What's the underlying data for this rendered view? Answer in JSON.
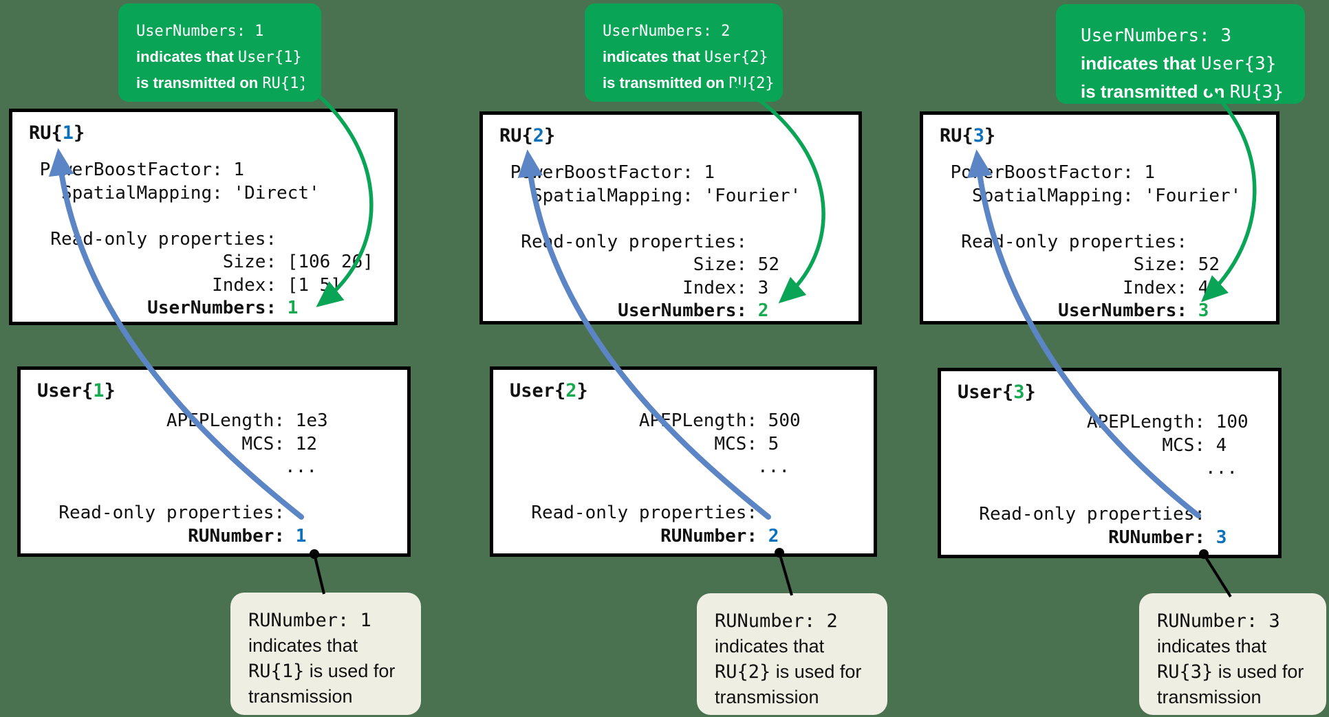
{
  "colors": {
    "canvas_background": "#4a7150",
    "green_callout_bg": "#0aa456",
    "beige_callout_bg": "#efeee2",
    "box_border": "#000000",
    "blue_arrow": "#5b85c4",
    "green_arrow": "#0aa456",
    "blue_number": "#0b71bd",
    "green_number": "#17a94f"
  },
  "columns": [
    {
      "green_callout": {
        "line1": "UserNumbers: 1",
        "line2_sans": "indicates that ",
        "line2_mono": "User{1}",
        "line3_sans": "is transmitted on ",
        "line3_mono": "RU{1}"
      },
      "ru_box": {
        "title_pre": "RU{",
        "title_num": "1",
        "title_post": "}",
        "line_power": " PowerBoostFactor: 1",
        "line_spatial": "   SpatialMapping: 'Direct'",
        "blank": " ",
        "line_readonly": "  Read-only properties:",
        "line_size": "                  Size: [106 26]",
        "line_index": "                 Index: [1 5]",
        "usernumbers_label": "           UserNumbers: ",
        "usernumbers_value": "1"
      },
      "user_box": {
        "title_pre": "User{",
        "title_num": "1",
        "title_post": "}",
        "line_apep": "            APEPLength: 1e3",
        "line_mcs": "                   MCS: 12",
        "line_dots": "                       ...",
        "blank": " ",
        "line_readonly": "  Read-only properties:",
        "runumber_label": "              RUNumber: ",
        "runumber_value": "1"
      },
      "beige_callout": {
        "line1": "RUNumber: 1",
        "line2": "indicates that",
        "line3_mono": "RU{1}",
        "line3_sans": " is used for",
        "line4": "transmission"
      }
    },
    {
      "green_callout": {
        "line1": "UserNumbers: 2",
        "line2_sans": "indicates that ",
        "line2_mono": "User{2}",
        "line3_sans": "is transmitted on ",
        "line3_mono": "RU{2}"
      },
      "ru_box": {
        "title_pre": "RU{",
        "title_num": "2",
        "title_post": "}",
        "line_power": " PowerBoostFactor: 1",
        "line_spatial": "   SpatialMapping: 'Fourier'",
        "blank": " ",
        "line_readonly": "  Read-only properties:",
        "line_size": "                  Size: 52",
        "line_index": "                 Index: 3",
        "usernumbers_label": "           UserNumbers: ",
        "usernumbers_value": "2"
      },
      "user_box": {
        "title_pre": "User{",
        "title_num": "2",
        "title_post": "}",
        "line_apep": "            APEPLength: 500",
        "line_mcs": "                   MCS: 5",
        "line_dots": "                       ...",
        "blank": " ",
        "line_readonly": "  Read-only properties:",
        "runumber_label": "              RUNumber: ",
        "runumber_value": "2"
      },
      "beige_callout": {
        "line1": "RUNumber: 2",
        "line2": "indicates that",
        "line3_mono": "RU{2}",
        "line3_sans": " is used for",
        "line4": "transmission"
      }
    },
    {
      "green_callout": {
        "line1": "UserNumbers: 3",
        "line2_sans": "indicates that ",
        "line2_mono": "User{3}",
        "line3_sans": "is transmitted on ",
        "line3_mono": "RU{3}"
      },
      "ru_box": {
        "title_pre": "RU{",
        "title_num": "3",
        "title_post": "}",
        "line_power": " PowerBoostFactor: 1",
        "line_spatial": "   SpatialMapping: 'Fourier'",
        "blank": " ",
        "line_readonly": "  Read-only properties:",
        "line_size": "                  Size: 52",
        "line_index": "                 Index: 4",
        "usernumbers_label": "           UserNumbers: ",
        "usernumbers_value": "3"
      },
      "user_box": {
        "title_pre": "User{",
        "title_num": "3",
        "title_post": "}",
        "line_apep": "            APEPLength: 100",
        "line_mcs": "                   MCS: 4",
        "line_dots": "                       ...",
        "blank": " ",
        "line_readonly": "  Read-only properties:",
        "runumber_label": "              RUNumber: ",
        "runumber_value": "3"
      },
      "beige_callout": {
        "line1": "RUNumber: 3",
        "line2": "indicates that",
        "line3_mono": "RU{3}",
        "line3_sans": " is used for",
        "line4": "transmission"
      }
    }
  ]
}
